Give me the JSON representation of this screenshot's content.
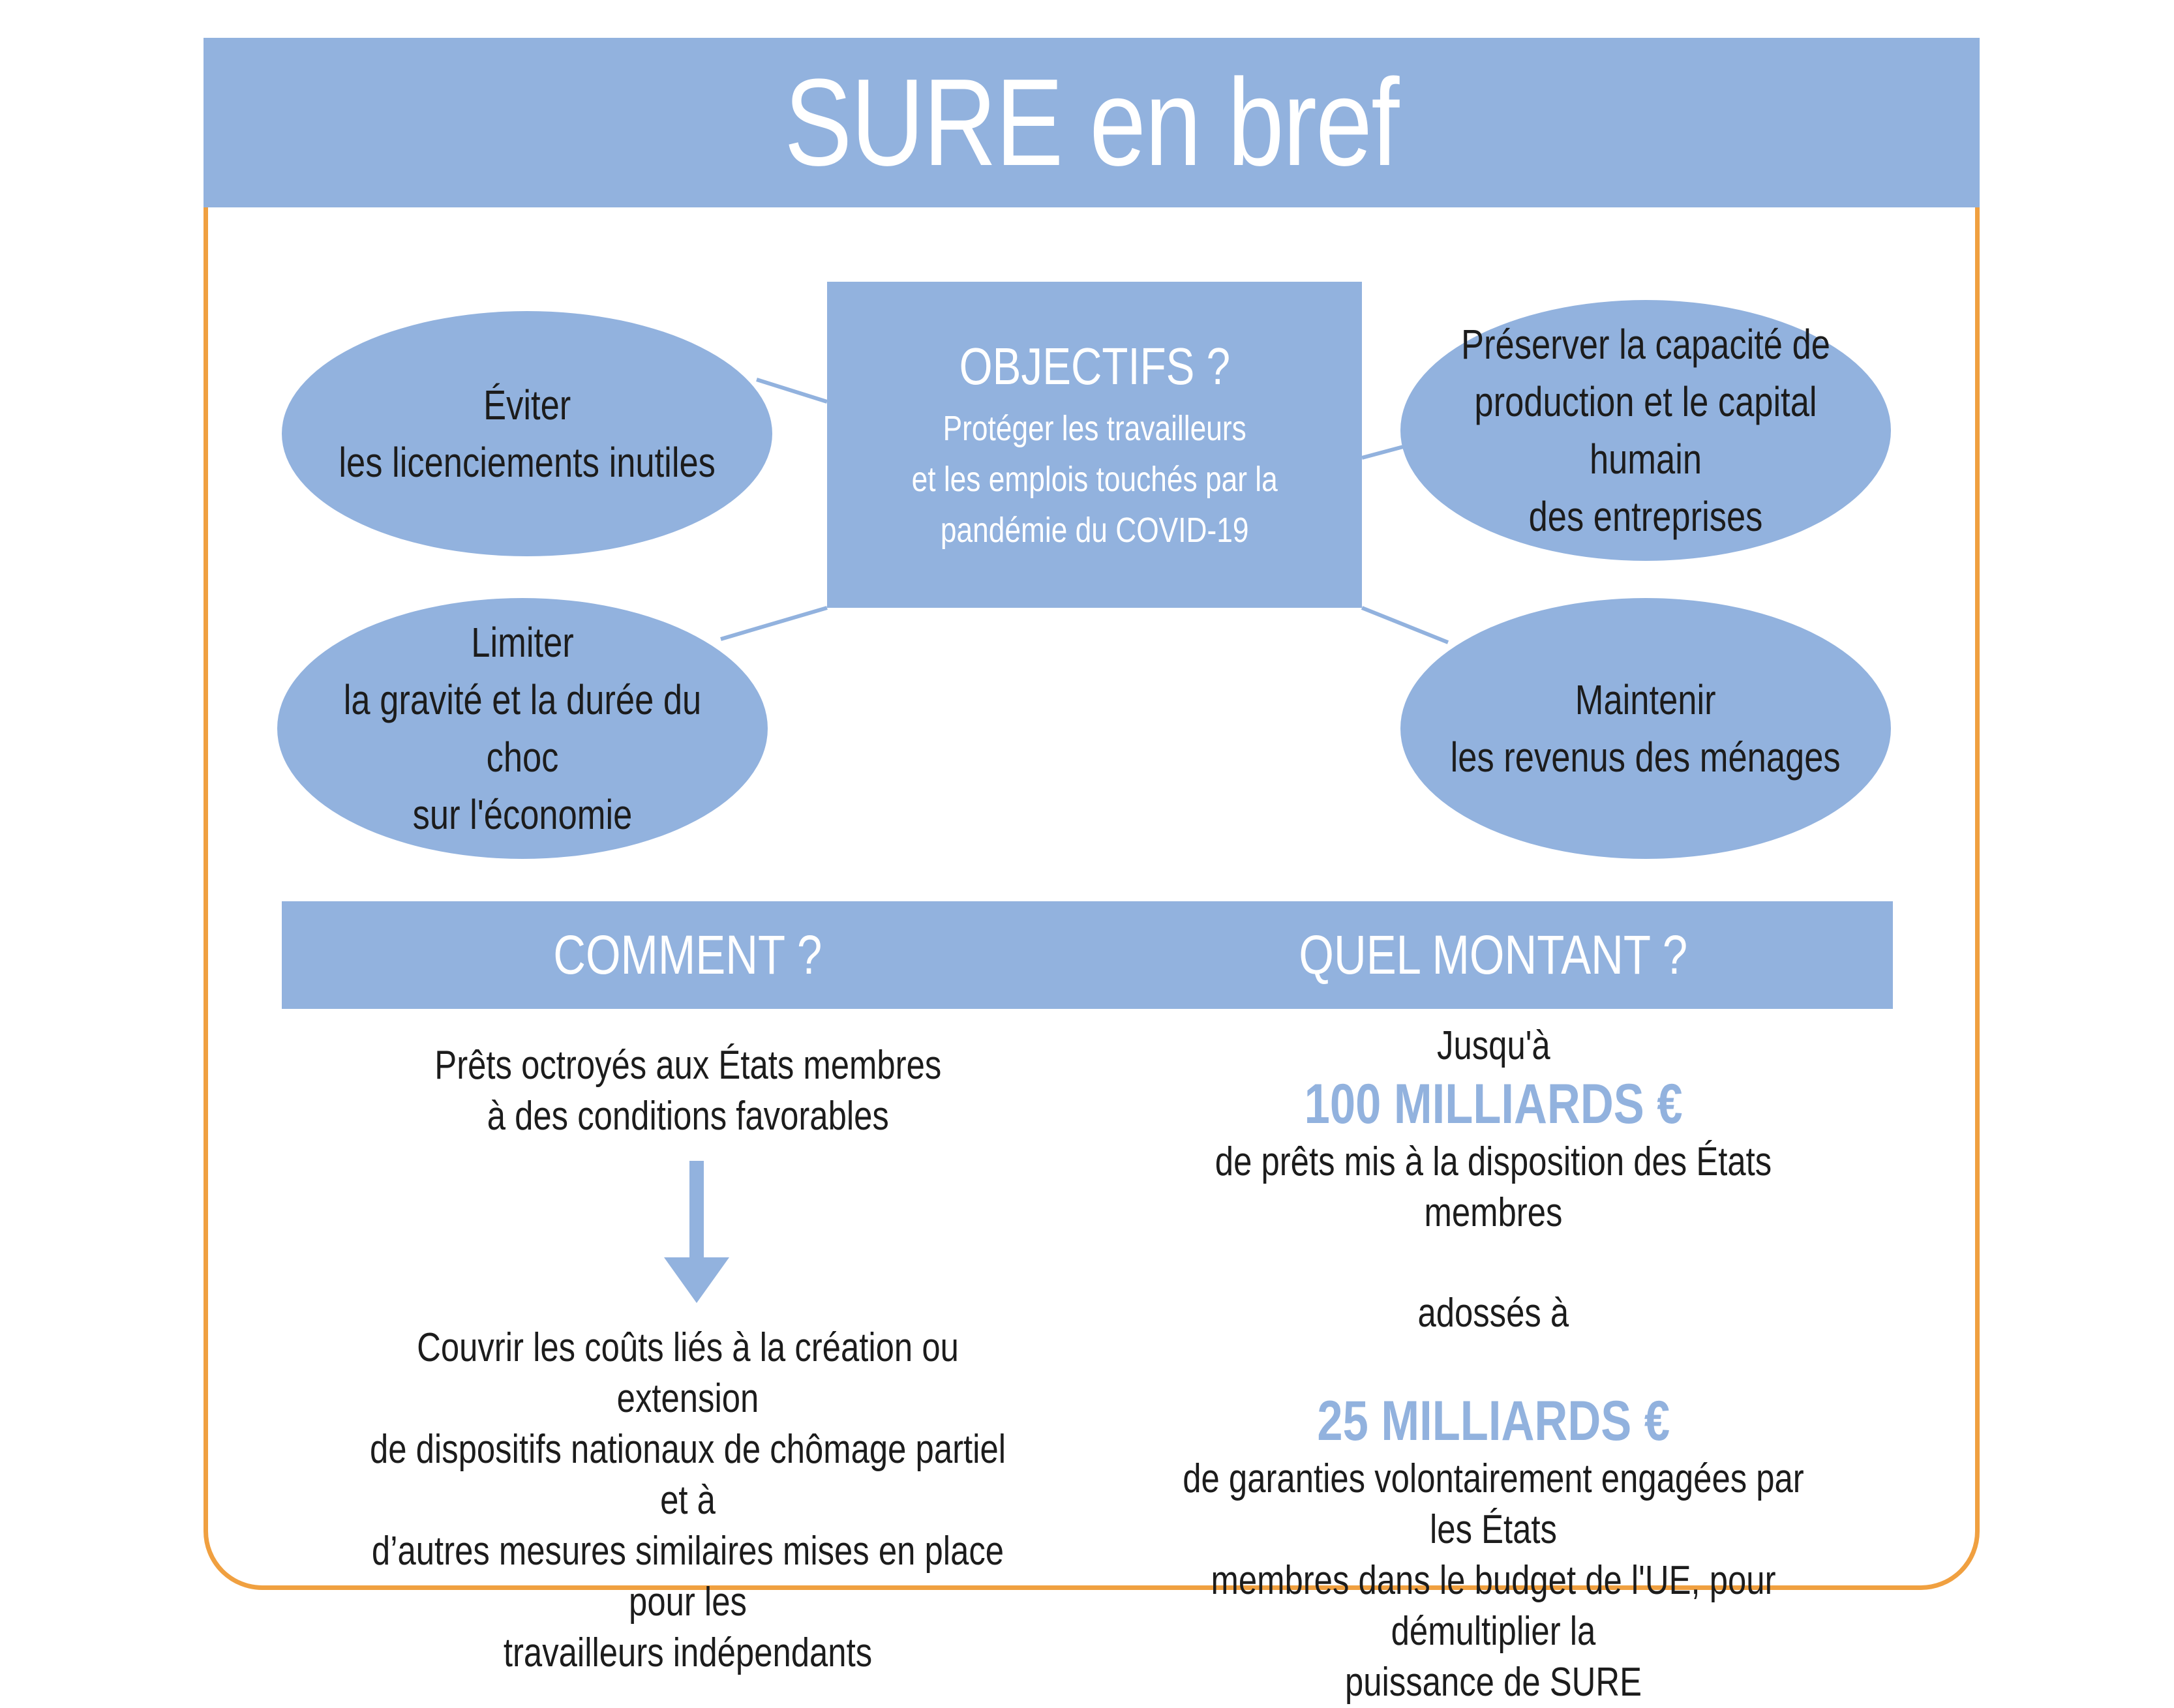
{
  "title": "SURE en bref",
  "objectives": {
    "heading": "OBJECTIFS ?",
    "description": "Protéger les travailleurs\net les emplois touchés par la\npandémie du COVID-19",
    "goals": {
      "avoid_layoffs": "Éviter\nles licenciements inutiles",
      "preserve_capacity": "Préserver la capacité de\nproduction et le capital humain\ndes entreprises",
      "limit_shock": "Limiter\nla gravité et la durée du choc\nsur l'économie",
      "maintain_income": "Maintenir\nles revenus des ménages"
    }
  },
  "how": {
    "heading": "COMMENT ?",
    "loans": "Prêts octroyés aux États membres\nà des conditions favorables",
    "purpose": "Couvrir les coûts liés à la création ou extension\nde dispositifs nationaux de chômage partiel et à\nd’autres mesures similaires mises en place pour les\ntravailleurs indépendants"
  },
  "amount": {
    "heading": "QUEL MONTANT ?",
    "up_to": "Jusqu'à",
    "loans_amount": "100 MILLIARDS €",
    "loans_text": "de prêts mis à la disposition des États membres",
    "backed_by": "adossés à",
    "guarantees_amount": "25 MILLIARDS €",
    "guarantees_text": "de garanties volontairement engagées par les États\nmembres dans le budget de l'UE, pour démultiplier la\npuissance de SURE"
  },
  "colors": {
    "accent_blue": "#92b2de",
    "frame_orange": "#f0a040",
    "text_dark": "#1c1c1c"
  }
}
